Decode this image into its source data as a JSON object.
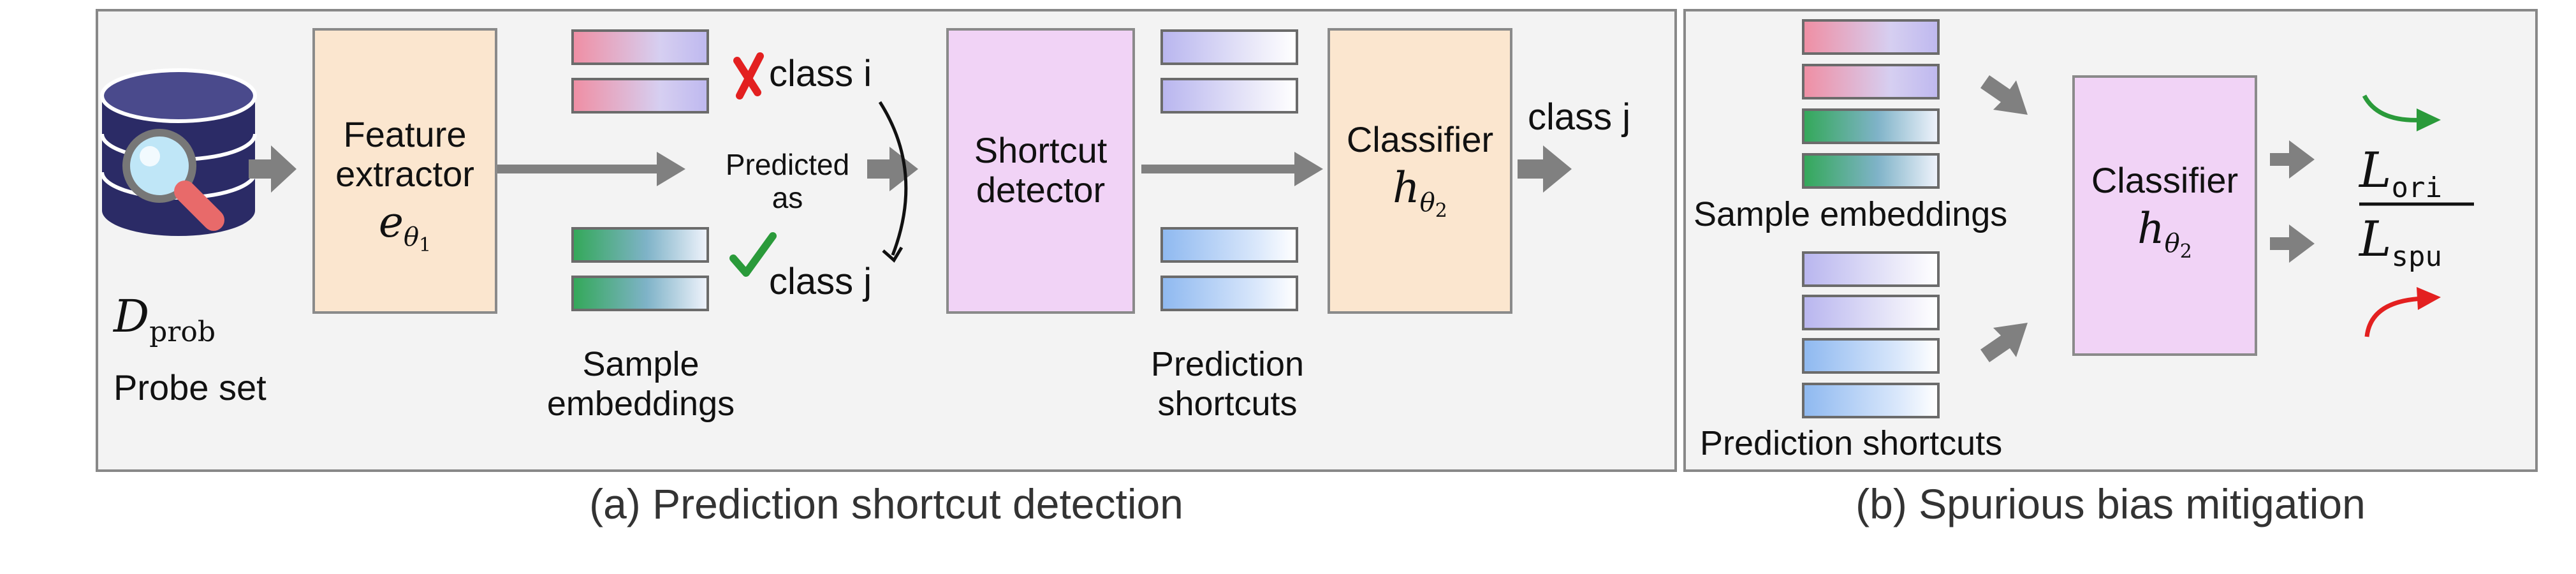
{
  "panel_a": {
    "caption": "(a) Prediction shortcut detection",
    "probe_symbol_main": "D",
    "probe_symbol_sub": "prob",
    "probe_label": "Probe set",
    "feature_extractor": {
      "line1": "Feature",
      "line2": "extractor",
      "param_main": "e",
      "param_sub": "θ",
      "param_sub2": "1"
    },
    "sample_embeddings_line1": "Sample",
    "sample_embeddings_line2": "embeddings",
    "wrong_class": "class i",
    "predicted_as_line1": "Predicted",
    "predicted_as_line2": "as",
    "right_class": "class j",
    "shortcut_detector": {
      "line1": "Shortcut",
      "line2": "detector"
    },
    "prediction_shortcuts_line1": "Prediction",
    "prediction_shortcuts_line2": "shortcuts",
    "classifier": {
      "line1": "Classifier",
      "param_main": "h",
      "param_sub": "θ",
      "param_sub2": "2"
    },
    "output_class": "class j"
  },
  "panel_b": {
    "caption": "(b) Spurious bias mitigation",
    "sample_embeddings": "Sample embeddings",
    "prediction_shortcuts": "Prediction shortcuts",
    "classifier": {
      "line1": "Classifier",
      "param_main": "h",
      "param_sub": "θ",
      "param_sub2": "2"
    },
    "loss_ori_main": "L",
    "loss_ori_sub": "ori",
    "loss_spu_main": "L",
    "loss_spu_sub": "spu"
  },
  "icons": {
    "frozen": "snowflake-icon",
    "trainable": "flame-icon",
    "wrong": "cross-mark-icon",
    "right": "check-mark-icon",
    "dataset": "database-search-icon"
  },
  "colors": {
    "frozen_box": "#fbe6cf",
    "trainable_box": "#f1d3f6",
    "wrong_mark": "#e32020",
    "right_mark": "#2a9a3a",
    "arrow_gray": "#808080",
    "loss_up_arrow": "#2a9a3a",
    "loss_down_arrow": "#e32020"
  }
}
